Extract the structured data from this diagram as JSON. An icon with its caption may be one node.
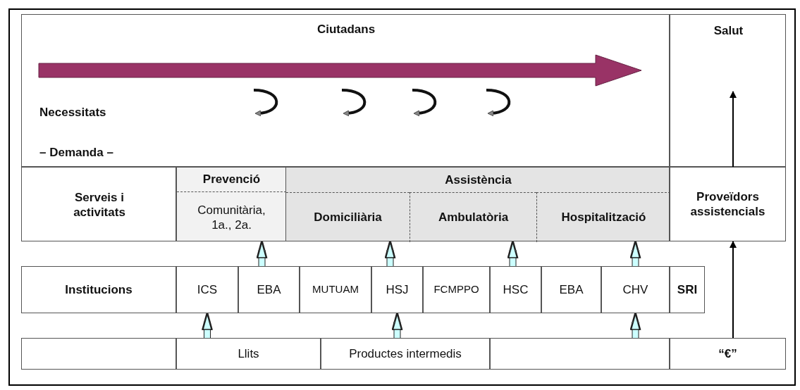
{
  "diagram": {
    "nodes": [
      {
        "text": [
          "Ciutadans",
          "Necessitats",
          "– Demanda –"
        ]
      },
      {
        "text": [
          "Salut"
        ]
      },
      {
        "text": [
          "Serveis i activitats"
        ]
      },
      {
        "text": [
          "Prevenció",
          "Comunitària, 1a., 2a."
        ]
      },
      {
        "text": [
          "Assistència"
        ]
      },
      {
        "text": [
          "Domiciliària"
        ],
        "in": 4
      },
      {
        "text": [
          "Ambulatòria"
        ],
        "in": 4
      },
      {
        "text": [
          "Hospitalització"
        ],
        "in": 4
      },
      {
        "text": [
          "Proveïdors assistencials"
        ]
      },
      {
        "text": [
          "Institucions"
        ]
      },
      {
        "text": [
          "ICS"
        ]
      },
      {
        "text": [
          "EBA"
        ]
      },
      {
        "text": [
          "MUTUAM"
        ]
      },
      {
        "text": [
          "HSJ"
        ]
      },
      {
        "text": [
          "FCMPPO"
        ]
      },
      {
        "text": [
          "HSC"
        ]
      },
      {
        "text": [
          "EBA"
        ]
      },
      {
        "text": [
          "CHV"
        ]
      },
      {
        "text": [
          "SRI"
        ]
      },
      {
        "text": [],
        "shape": "box"
      },
      {
        "text": [
          "Llits"
        ]
      },
      {
        "text": [
          "Productes intermedis"
        ]
      },
      {
        "text": [],
        "shape": "box"
      },
      {
        "text": [
          "“€”"
        ]
      }
    ],
    "edges": [
      {
        "from": 23,
        "to": 8,
        "arrow": "to",
        "color": "#000000"
      },
      {
        "from": 8,
        "to": 1,
        "arrow": "to",
        "color": "#000000"
      },
      {
        "from": 11,
        "to": 3,
        "arrow": "to"
      },
      {
        "from": 13,
        "to": 5,
        "arrow": "to"
      },
      {
        "from": 15,
        "to": 6,
        "arrow": "to"
      },
      {
        "from": 17,
        "to": 7,
        "arrow": "to"
      },
      {
        "from": 20,
        "to": 10,
        "arrow": "to"
      },
      {
        "from": 21,
        "to": 13,
        "arrow": "to"
      },
      {
        "from": 22,
        "to": 17,
        "arrow": "to"
      }
    ]
  }
}
